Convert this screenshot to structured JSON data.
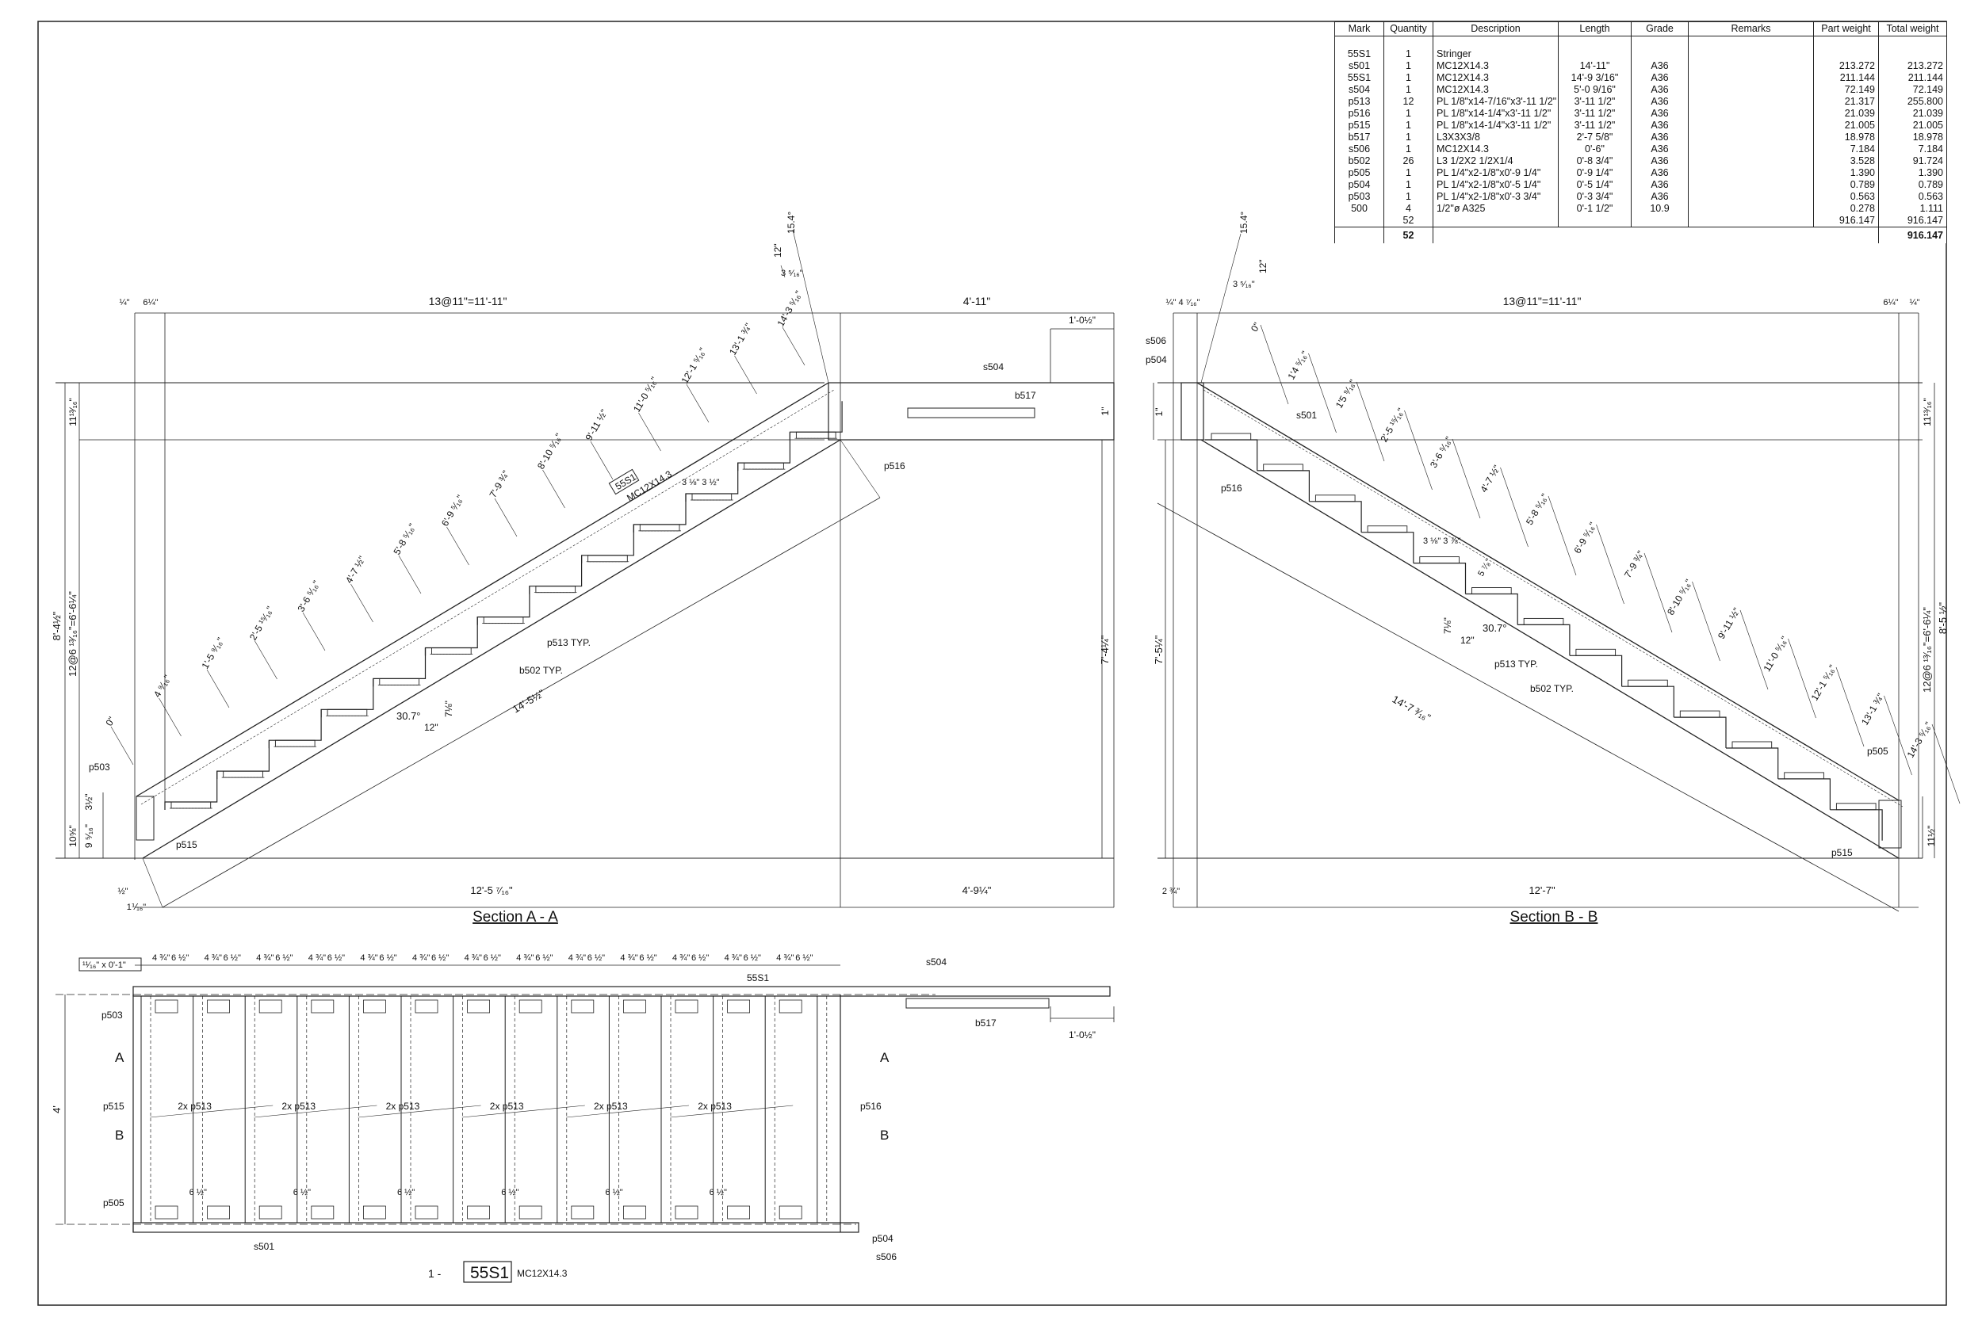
{
  "bom": {
    "headers": [
      "Mark",
      "Quantity",
      "Description",
      "Length",
      "Grade",
      "Remarks",
      "Part weight",
      "Total weight"
    ],
    "rows": [
      [
        "55S1",
        "1",
        "Stringer",
        "",
        "",
        "",
        "",
        ""
      ],
      [
        "s501",
        "1",
        "MC12X14.3",
        "14'-11\"",
        "A36",
        "",
        "213.272",
        "213.272"
      ],
      [
        "55S1",
        "1",
        "MC12X14.3",
        "14'-9 3/16\"",
        "A36",
        "",
        "211.144",
        "211.144"
      ],
      [
        "s504",
        "1",
        "MC12X14.3",
        "5'-0 9/16\"",
        "A36",
        "",
        "72.149",
        "72.149"
      ],
      [
        "p513",
        "12",
        "PL 1/8\"x14-7/16\"x3'-11 1/2\"",
        "3'-11 1/2\"",
        "A36",
        "",
        "21.317",
        "255.800"
      ],
      [
        "p516",
        "1",
        "PL 1/8\"x14-1/4\"x3'-11 1/2\"",
        "3'-11 1/2\"",
        "A36",
        "",
        "21.039",
        "21.039"
      ],
      [
        "p515",
        "1",
        "PL 1/8\"x14-1/4\"x3'-11 1/2\"",
        "3'-11 1/2\"",
        "A36",
        "",
        "21.005",
        "21.005"
      ],
      [
        "b517",
        "1",
        "L3X3X3/8",
        "2'-7 5/8\"",
        "A36",
        "",
        "18.978",
        "18.978"
      ],
      [
        "s506",
        "1",
        "MC12X14.3",
        "0'-6\"",
        "A36",
        "",
        "7.184",
        "7.184"
      ],
      [
        "b502",
        "26",
        "L3 1/2X2 1/2X1/4",
        "0'-8 3/4\"",
        "A36",
        "",
        "3.528",
        "91.724"
      ],
      [
        "p505",
        "1",
        "PL 1/4\"x2-1/8\"x0'-9 1/4\"",
        "0'-9 1/4\"",
        "A36",
        "",
        "1.390",
        "1.390"
      ],
      [
        "p504",
        "1",
        "PL 1/4\"x2-1/8\"x0'-5 1/4\"",
        "0'-5 1/4\"",
        "A36",
        "",
        "0.789",
        "0.789"
      ],
      [
        "p503",
        "1",
        "PL 1/4\"x2-1/8\"x0'-3 3/4\"",
        "0'-3 3/4\"",
        "A36",
        "",
        "0.563",
        "0.563"
      ],
      [
        "500",
        "4",
        "1/2\"ø A325",
        "0'-1 1/2\"",
        "10.9",
        "",
        "0.278",
        "1.111"
      ],
      [
        "",
        "52",
        "",
        "",
        "",
        "",
        "916.147",
        "916.147"
      ]
    ],
    "total_qty": "52",
    "total_weight": "916.147"
  },
  "sectionA": {
    "title": "Section A - A",
    "dim_top_left": "13@11\"=11'-11\"",
    "dim_top_right": "4'-11\"",
    "dim_small_left": "¼\"",
    "dim_small_left2": "6¼\"",
    "dim_1_0_half": "1'-0½\"",
    "dim_bottom_left": "12'-5 ⁷⁄₁₆\"",
    "dim_bottom_right": "4'-9¼\"",
    "dim_half": "½\"",
    "dim_1_1_16": "1⅟₁₆\"",
    "dim_left_total": "8'-4½\"",
    "dim_left_risers": "12@6 ¹³⁄₁₆\"=6'-6¼\"",
    "dim_left_top": "11¹³⁄₁₆\"",
    "dim_left_bot": "10⅝\"",
    "dim_left_bot2": "9 ⁵⁄₁₆\"",
    "dim_left_3": "3½\"",
    "dim_right": "7'-4¼\"",
    "dim_1in": "1\"",
    "dim_diag": "14'-5½\"",
    "angle": "30.7°",
    "slope_run": "12\"",
    "slope_rise": "7⅛\"",
    "top_angle": "15.4°",
    "top_12": "12\"",
    "top_3": "3 ⁵⁄₁₆\"",
    "chain": [
      "0\"",
      "4 ⁹⁄₁₆\"",
      "1'-5 ⁹⁄₁₆\"",
      "2'-5 ¹⁵⁄₁₆\"",
      "3'-6 ⁵⁄₁₆\"",
      "4'-7 ½\"",
      "5'-8 ⁵⁄₁₆\"",
      "6'-9 ⁵⁄₁₆\"",
      "7'-9 ¾\"",
      "8'-10 ⁵⁄₁₆\"",
      "9'-11 ½\"",
      "11'-0 ⁵⁄₁₆\"",
      "12'-1 ⁵⁄₁₆\"",
      "13'-1 ¾\"",
      "14'-3 ⁵⁄₁₆\""
    ],
    "labels": {
      "s504": "s504",
      "b517": "b517",
      "p516": "p516",
      "p503": "p503",
      "p515": "p515",
      "p513": "p513 TYP.",
      "b502": "b502 TYP.",
      "mark": "55S1",
      "profile": "MC12X14.3",
      "three": "3 ⅛\" 3 ½\"",
      "nine": "⁹⁄₁₆\""
    }
  },
  "sectionB": {
    "title": "Section B - B",
    "dim_top": "13@11\"=11'-11\"",
    "dim_tl1": "¼\"",
    "dim_tl2": "4 ⁷⁄₁₆\"",
    "dim_tr1": "6¼\"",
    "dim_tr2": "¼\"",
    "dim_bottom": "12'-7\"",
    "dim_bl": "2 ¾\"",
    "dim_left": "7'-5¼\"",
    "dim_1in": "1\"",
    "dim_right_top": "11¹³⁄₁₆\"",
    "dim_right_risers": "12@6 ¹³⁄₁₆\"=6'-6¼\"",
    "dim_right_total": "8'-5 ½\"",
    "dim_right_bot": "11½\"",
    "dim_diag": "14'-7 ³⁄₁₆\"",
    "angle": "30.7°",
    "slope_run": "12\"",
    "slope_rise": "7⅛\"",
    "top_angle": "15.4°",
    "top_12": "12\"",
    "top_3": "3 ⁵⁄₁₆\"",
    "chain": [
      "0\"",
      "1'4 ⁵⁄₁₆\"",
      "1'5 ⁹⁄₁₆\"",
      "2'-5 ¹⁵⁄₁₆\"",
      "3'-6 ⁵⁄₁₆\"",
      "4'-7 ½\"",
      "5'-8 ⁵⁄₁₆\"",
      "6'-9 ⁵⁄₁₆\"",
      "7'-9 ¾\"",
      "8'-10 ⁵⁄₁₆\"",
      "9'-11 ½\"",
      "11'-0 ⁵⁄₁₆\"",
      "12'-1 ⁵⁄₁₆\"",
      "13'-1 ¾\"",
      "14'-3 ⁵⁄₁₆\""
    ],
    "labels": {
      "s506": "s506",
      "p504": "p504",
      "s501": "s501",
      "p516": "p516",
      "p513": "p513 TYP.",
      "b502": "b502 TYP.",
      "p505": "p505",
      "p515": "p515",
      "three": "3 ⅛\" 3 ⅞\"",
      "five": "5 ⁷⁄₈\""
    }
  },
  "plan": {
    "label_prefix": "1 -",
    "mark": "55S1",
    "profile": "MC12X14.3",
    "hole_note": "¹¹⁄₁₆\" x 0'-1\"",
    "top_dims": [
      "4 ¾\"",
      "6 ½\""
    ],
    "bottom_dim": "6 ½\"",
    "plate_label": "2x p513",
    "left_dim": "4'",
    "dim_1_0_half": "1'-0½\"",
    "sectionA_marker": "A",
    "sectionB_marker": "B",
    "labels": {
      "s504": "s504",
      "b517": "b517",
      "p503": "p503",
      "p515": "p515",
      "p516": "p516",
      "p505": "p505",
      "s501": "s501",
      "p504": "p504",
      "s506": "s506",
      "mark_small": "55S1"
    }
  }
}
